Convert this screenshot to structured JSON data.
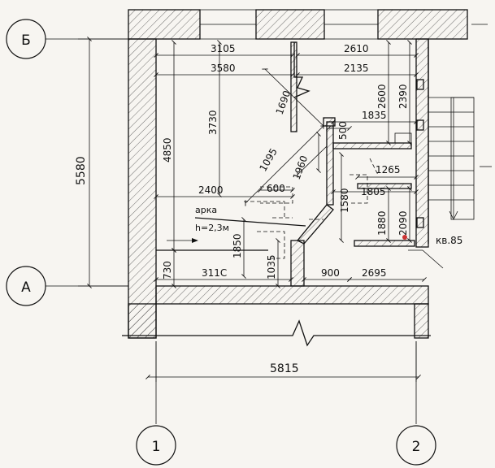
{
  "axes": {
    "top": "Б",
    "bottom": "А",
    "left": "1",
    "right": "2"
  },
  "dims": {
    "top_left_1": "3105",
    "top_left_2": "3580",
    "top_right_1": "2610",
    "top_right_2": "2135",
    "left_total": "5580",
    "left_room": "4850",
    "left_bottom": "730",
    "height_3730": "3730",
    "diag_1690": "1690",
    "diag_1095": "1095",
    "diag_1960": "1960",
    "v_2600": "2600",
    "v_2390": "2390",
    "h_1835": "1835",
    "h_500": "500",
    "h_1265": "1265",
    "h_1805": "1805",
    "v_1880": "1880",
    "v_2090": "2090",
    "v_1580": "1580",
    "h_2400": "2400",
    "h_600": "600",
    "v_1850": "1850",
    "v_1035": "1035",
    "bottom_3110": "311C",
    "bottom_900": "900",
    "bottom_2695": "2695",
    "total_width": "5815"
  },
  "notes": {
    "arch": "арка",
    "arch_height": "h=2,3м",
    "apartment": "кв.85"
  }
}
